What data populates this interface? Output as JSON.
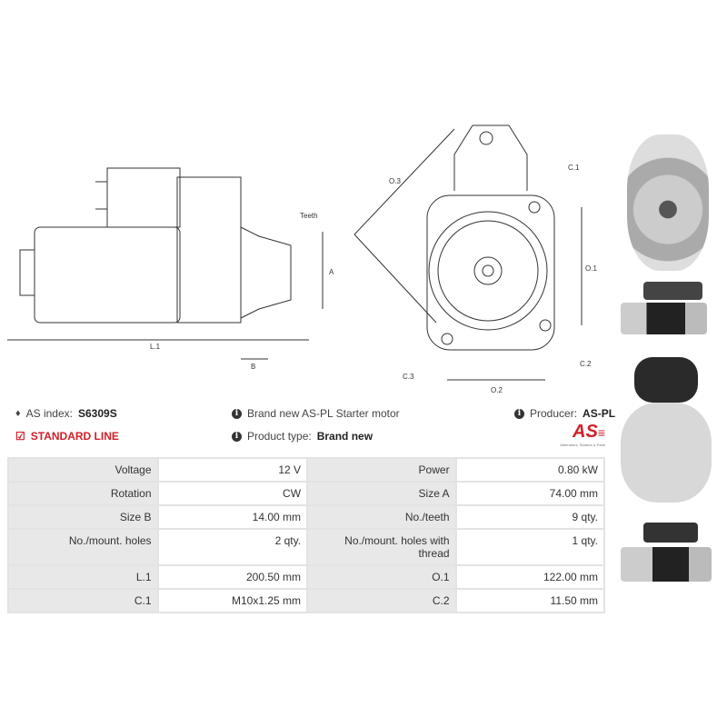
{
  "drawing_labels": {
    "teeth": "Teeth",
    "a": "A",
    "b": "B",
    "l1": "L.1",
    "o1": "O.1",
    "o2": "O.2",
    "o3": "O.3",
    "c1": "C.1",
    "c2": "C.2",
    "c3": "C.3"
  },
  "info": {
    "as_index_label": "AS index:",
    "as_index_value": "S6309S",
    "standard_line": "STANDARD LINE",
    "description": "Brand new AS-PL Starter motor",
    "product_type_label": "Product type:",
    "product_type_value": "Brand new",
    "producer_label": "Producer:",
    "producer_value": "AS-PL",
    "logo_text": "AS",
    "logo_tagline": "Alternators, Starters & Parts"
  },
  "colors": {
    "accent": "#d0202a"
  },
  "specs": [
    [
      "Voltage",
      "12 V",
      "Power",
      "0.80 kW"
    ],
    [
      "Rotation",
      "CW",
      "Size A",
      "74.00 mm"
    ],
    [
      "Size B",
      "14.00 mm",
      "No./teeth",
      "9 qty."
    ],
    [
      "No./mount. holes",
      "2 qty.",
      "No./mount. holes with thread",
      "1 qty."
    ],
    [
      "L.1",
      "200.50 mm",
      "O.1",
      "122.00 mm"
    ],
    [
      "C.1",
      "M10x1.25 mm",
      "C.2",
      "11.50 mm"
    ]
  ]
}
